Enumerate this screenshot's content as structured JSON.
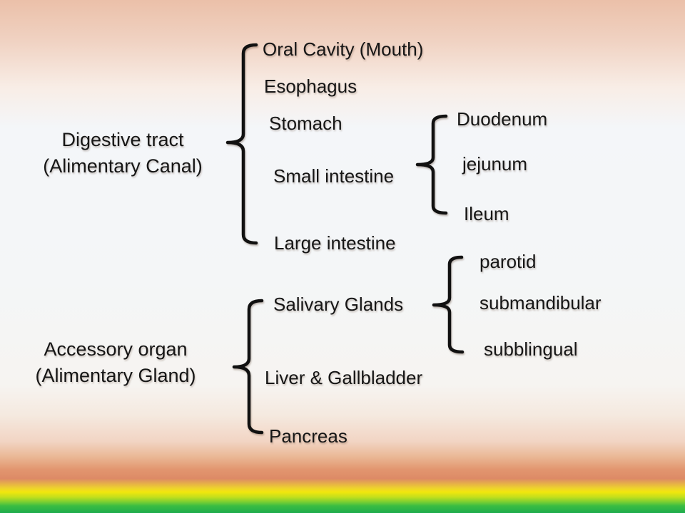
{
  "colors": {
    "text": "#161616",
    "brace_stroke": "#111111",
    "background_top_peach": "#ebc0a9",
    "background_middle": "#f4f6f9",
    "background_salmon_band": "#dd8a66",
    "background_yellow_band": "#f2e70d",
    "background_green_band": "#1dac4d"
  },
  "tree": {
    "groups": [
      {
        "label": [
          "Digestive tract",
          "(Alimentary Canal)"
        ],
        "children": [
          {
            "label": "Oral Cavity (Mouth)"
          },
          {
            "label": "Esophagus"
          },
          {
            "label": "Stomach"
          },
          {
            "label": "Small intestine",
            "children": [
              {
                "label": "Duodenum"
              },
              {
                "label": "jejunum"
              },
              {
                "label": "Ileum"
              }
            ]
          },
          {
            "label": "Large intestine"
          }
        ]
      },
      {
        "label": [
          "Accessory organ",
          "(Alimentary Gland)"
        ],
        "children": [
          {
            "label": "Salivary Glands",
            "children": [
              {
                "label": "parotid"
              },
              {
                "label": "submandibular"
              },
              {
                "label": "subblingual"
              }
            ]
          },
          {
            "label": "Liver & Gallbladder"
          },
          {
            "label": "Pancreas"
          }
        ]
      }
    ]
  }
}
